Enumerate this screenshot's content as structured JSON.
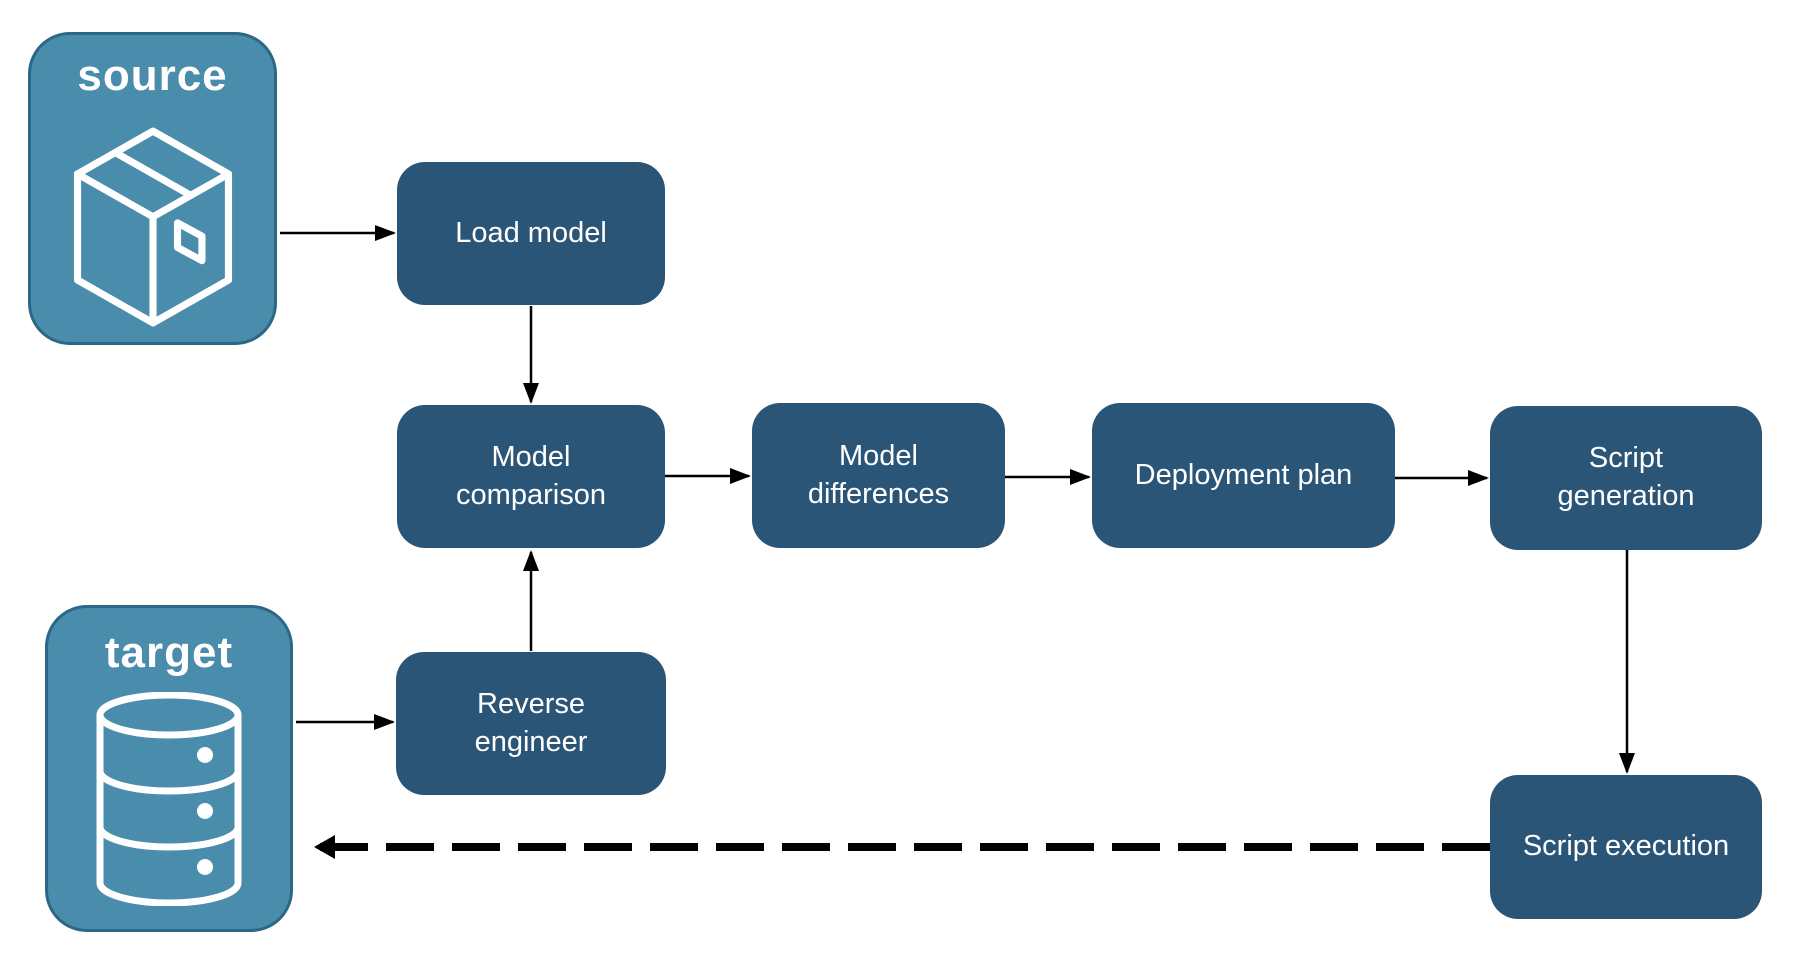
{
  "diagram": {
    "containers": {
      "source": {
        "label": "source",
        "icon": "package-icon"
      },
      "target": {
        "label": "target",
        "icon": "database-icon"
      }
    },
    "nodes": {
      "load_model": {
        "label": "Load model"
      },
      "model_comparison": {
        "label": "Model comparison"
      },
      "model_differences": {
        "label": "Model differences"
      },
      "deployment_plan": {
        "label": "Deployment plan"
      },
      "script_generation": {
        "label": "Script generation"
      },
      "reverse_engineer": {
        "label": "Reverse engineer"
      },
      "script_execution": {
        "label": "Script execution"
      }
    },
    "edges": [
      {
        "from": "source",
        "to": "load_model",
        "style": "solid"
      },
      {
        "from": "load_model",
        "to": "model_comparison",
        "style": "solid"
      },
      {
        "from": "model_comparison",
        "to": "model_differences",
        "style": "solid"
      },
      {
        "from": "model_differences",
        "to": "deployment_plan",
        "style": "solid"
      },
      {
        "from": "deployment_plan",
        "to": "script_generation",
        "style": "solid"
      },
      {
        "from": "script_generation",
        "to": "script_execution",
        "style": "solid"
      },
      {
        "from": "target",
        "to": "reverse_engineer",
        "style": "solid"
      },
      {
        "from": "reverse_engineer",
        "to": "model_comparison",
        "style": "solid"
      },
      {
        "from": "script_execution",
        "to": "target",
        "style": "dashed"
      }
    ],
    "colors": {
      "node_fill": "#2B5577",
      "container_fill": "#4A8CAB",
      "container_border": "#2D6786",
      "label_text": "#FFFFFF",
      "arrow": "#000000",
      "background": "#FFFFFF"
    }
  }
}
